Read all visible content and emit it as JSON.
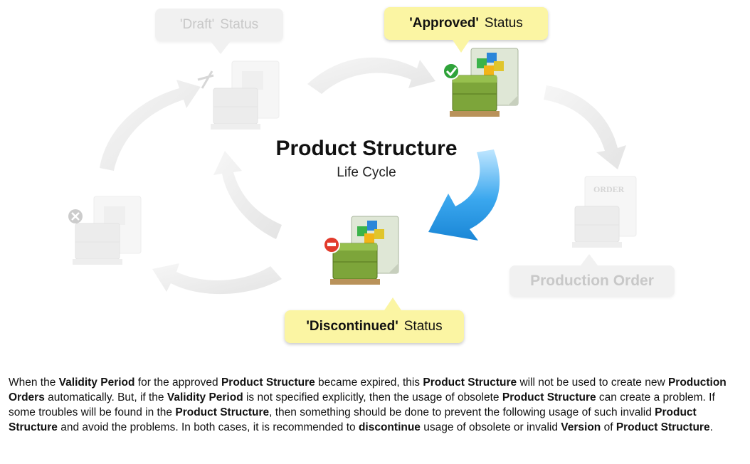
{
  "diagram": {
    "title": "Product Structure",
    "subtitle": "Life Cycle",
    "statuses": {
      "draft": {
        "name": "'Draft'",
        "suffix": "Status",
        "faded": true
      },
      "approved": {
        "name": "'Approved'",
        "suffix": "Status",
        "faded": false
      },
      "discontinued": {
        "name": "'Discontinued'",
        "suffix": "Status",
        "faded": false
      }
    },
    "production_order_label": "Production Order",
    "order_doc_text": "ORDER"
  },
  "description": {
    "segments": [
      {
        "text": "When the ",
        "bold": false
      },
      {
        "text": "Validity Period",
        "bold": true
      },
      {
        "text": " for the approved ",
        "bold": false
      },
      {
        "text": "Product Structure",
        "bold": true
      },
      {
        "text": " became expired, this ",
        "bold": false
      },
      {
        "text": "Product Structure",
        "bold": true
      },
      {
        "text": " will not be used to create new ",
        "bold": false
      },
      {
        "text": "Production Orders",
        "bold": true
      },
      {
        "text": " automatically.  But, if the ",
        "bold": false
      },
      {
        "text": "Validity Period",
        "bold": true
      },
      {
        "text": " is not specified explicitly, then the usage of obsolete ",
        "bold": false
      },
      {
        "text": "Product Structure",
        "bold": true
      },
      {
        "text": " can create a problem.  If some troubles will be found in the ",
        "bold": false
      },
      {
        "text": "Product Structure",
        "bold": true
      },
      {
        "text": ", then something should be done to prevent the following usage of such invalid ",
        "bold": false
      },
      {
        "text": "Product Structure",
        "bold": true
      },
      {
        "text": " and avoid the problems.  In both cases, it is recommended to ",
        "bold": false
      },
      {
        "text": "discontinue",
        "bold": true
      },
      {
        "text": " usage of obsolete or invalid ",
        "bold": false
      },
      {
        "text": "Version",
        "bold": true
      },
      {
        "text": " of ",
        "bold": false
      },
      {
        "text": "Product Structure",
        "bold": true
      },
      {
        "text": ".",
        "bold": false
      }
    ]
  },
  "colors": {
    "callout_active": "#fbf5a3",
    "callout_faded": "#f1f1f1",
    "arrow_active": "#2a9be6",
    "arrow_faded": "#ececec",
    "box_green": "#7da53a",
    "check_green": "#2fa33a",
    "stop_red": "#e23b2c"
  },
  "icons": [
    "product-structure-icon",
    "check-icon",
    "stop-icon",
    "cancel-icon",
    "disabled-icon",
    "order-document-icon"
  ]
}
